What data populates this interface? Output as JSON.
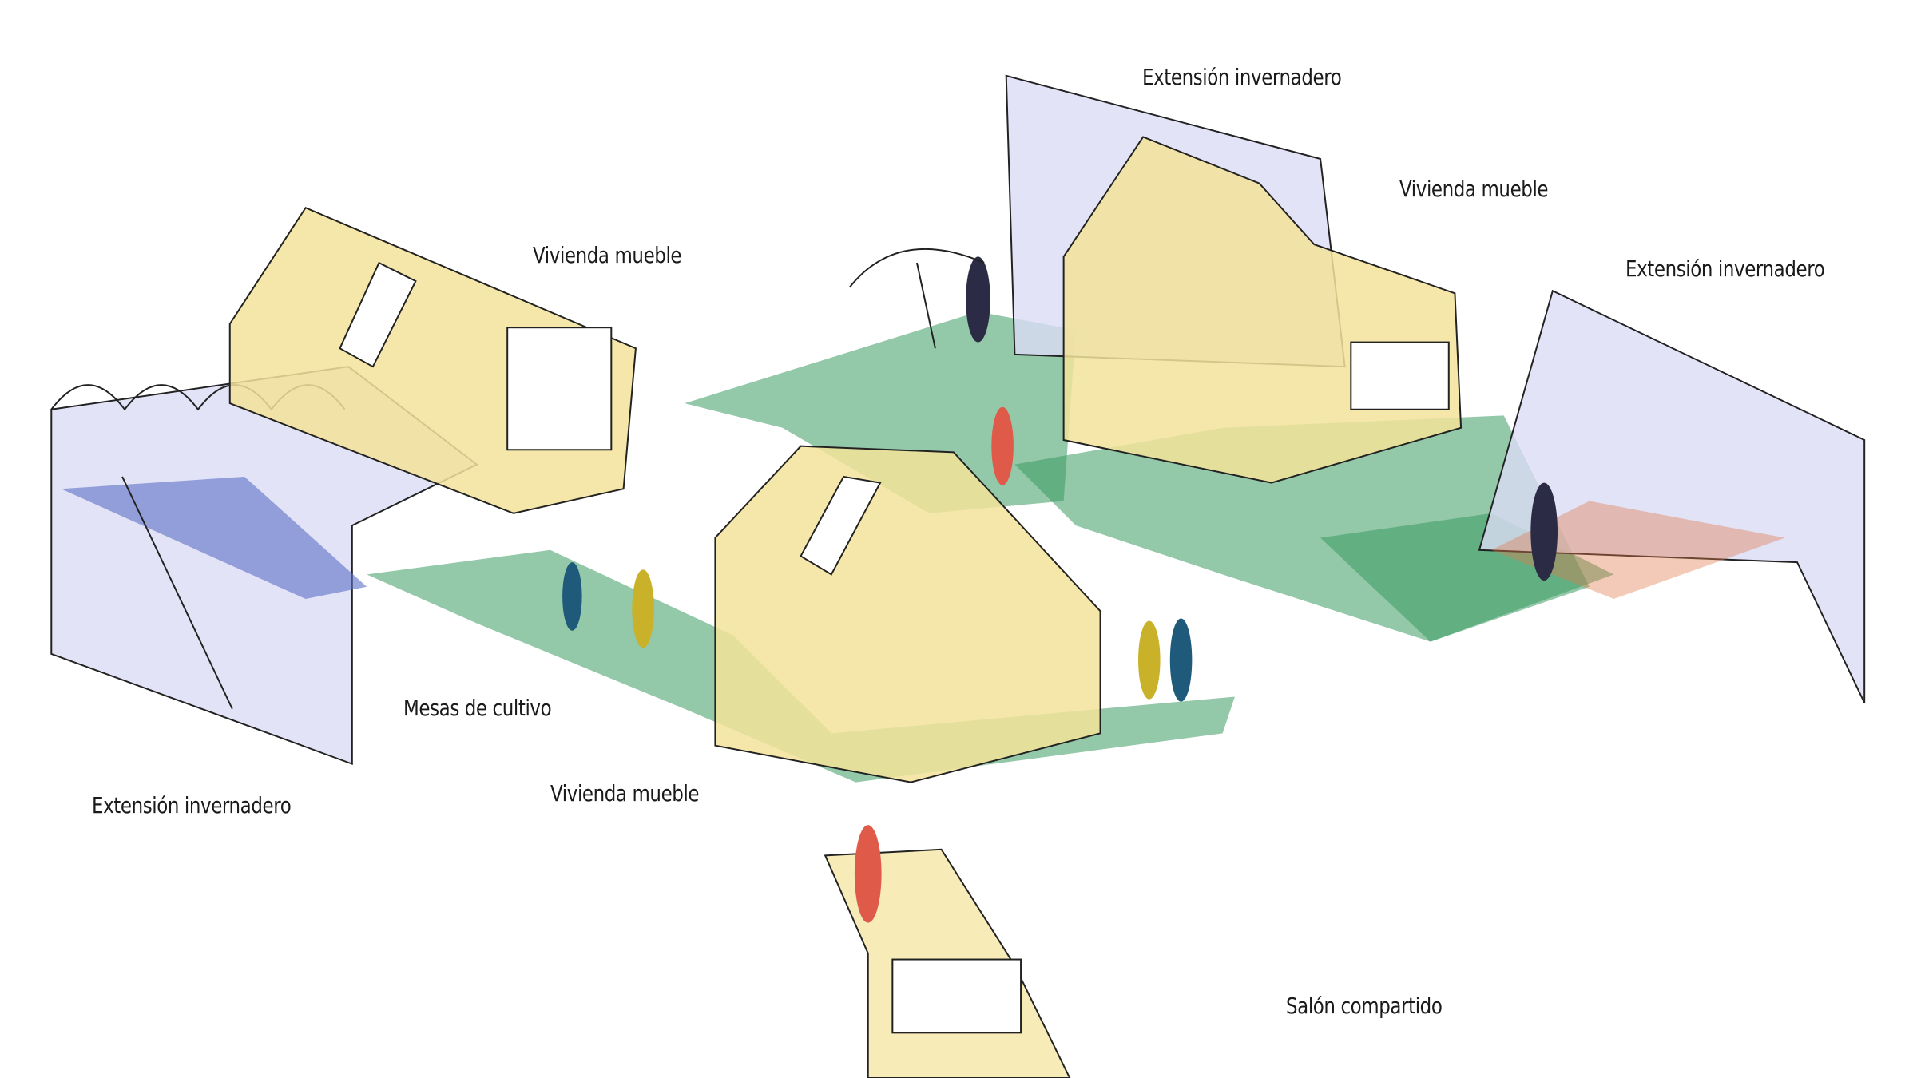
{
  "labels": {
    "greenhouse_top": "Extensión invernadero",
    "house_right": "Vivienda mueble",
    "greenhouse_right": "Extensión invernadero",
    "house_left": "Vivienda mueble",
    "growing_tables": "Mesas de cultivo",
    "greenhouse_left": "Extensión invernadero",
    "house_center": "Vivienda mueble",
    "shared_lounge": "Salón compartido"
  },
  "colors": {
    "wood": "#f3e39a",
    "greenhouse": "#dcdcf5",
    "floor": "#3a9a62",
    "tiles": "#5b6fc4",
    "figure_red": "#e05a4a",
    "figure_yellow": "#c9b12a",
    "figure_blue": "#1f5a7a",
    "figure_dark": "#2b2b45"
  }
}
